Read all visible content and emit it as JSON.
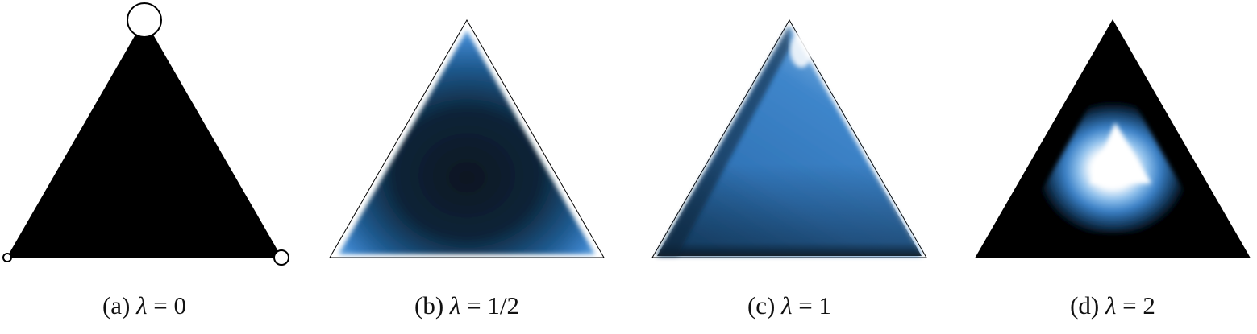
{
  "panels": [
    {
      "id": "a",
      "label": "(a)",
      "math": "λ = 0",
      "lambda_symbol": "λ",
      "eq": "=",
      "value": "0"
    },
    {
      "id": "b",
      "label": "(b)",
      "math": "λ = 1/2",
      "lambda_symbol": "λ",
      "eq": "=",
      "value": "1/2"
    },
    {
      "id": "c",
      "label": "(c)",
      "math": "λ = 1",
      "lambda_symbol": "λ",
      "eq": "=",
      "value": "1"
    },
    {
      "id": "d",
      "label": "(d)",
      "math": "λ = 2",
      "lambda_symbol": "λ",
      "eq": "=",
      "value": "2"
    }
  ],
  "colors": {
    "dark": "#000000",
    "navy": "#0b1e2e",
    "blue": "#3a7fc4",
    "light_blue": "#9cc4ea",
    "white": "#ffffff"
  }
}
